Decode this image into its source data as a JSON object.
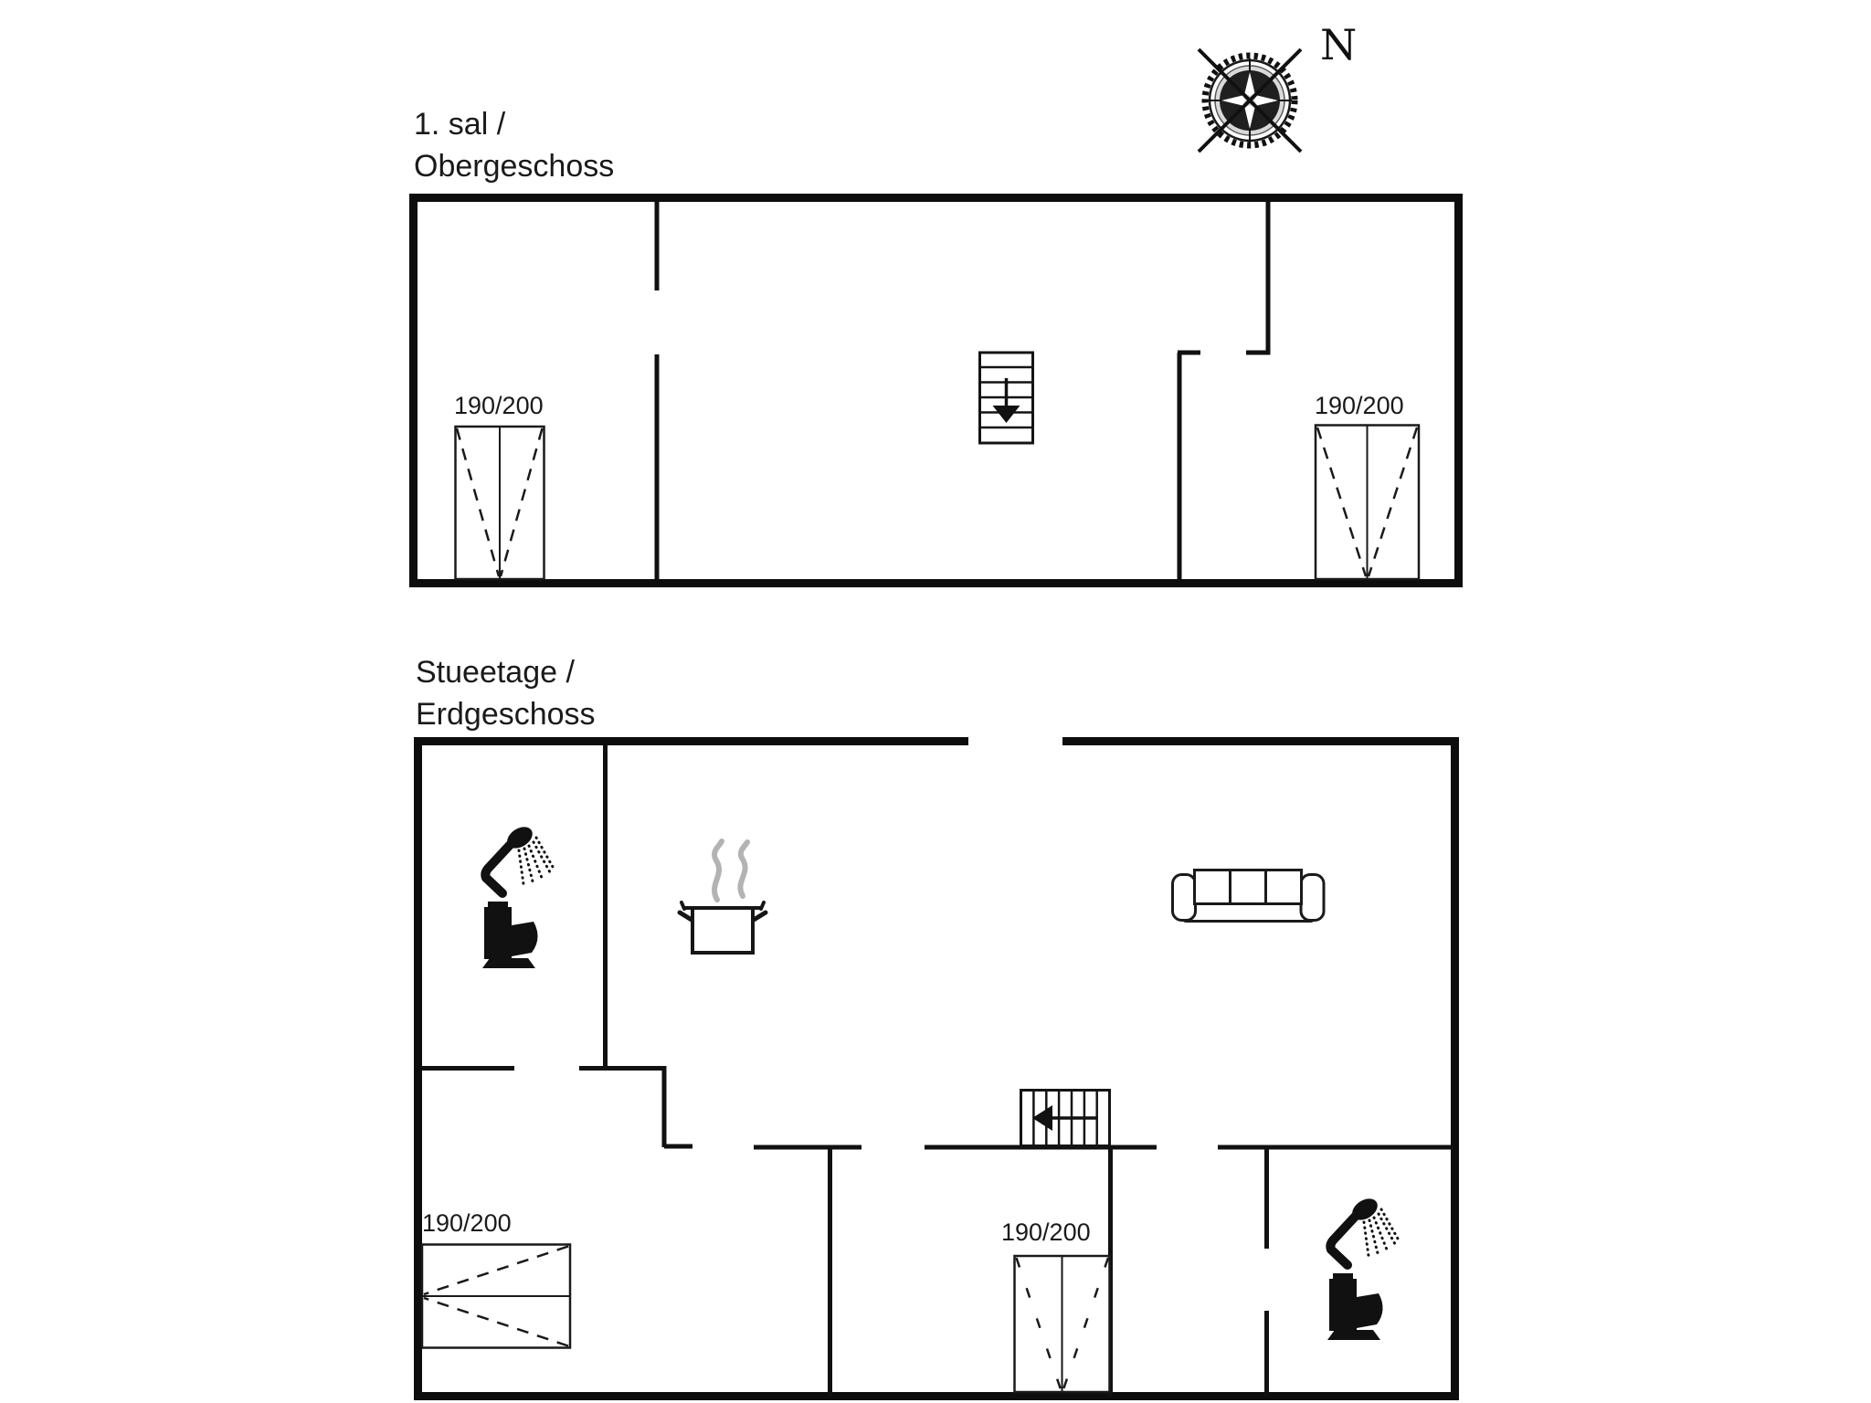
{
  "page": {
    "background": "#ffffff",
    "line_color": "#1a1a1a",
    "wall_color": "#0d0d0d",
    "steam_color": "#b3b3b3"
  },
  "compass": {
    "north_label": "N"
  },
  "floors": [
    {
      "name": "upper-floor",
      "title_line1": "1. sal /",
      "title_line2": "Obergeschoss",
      "beds": [
        {
          "label": "190/200"
        },
        {
          "label": "190/200"
        }
      ],
      "icons": [
        "staircase-down-icon"
      ]
    },
    {
      "name": "ground-floor",
      "title_line1": "Stueetage /",
      "title_line2": "Erdgeschoss",
      "beds": [
        {
          "label": "190/200"
        },
        {
          "label": "190/200"
        }
      ],
      "icons": [
        "shower-icon",
        "toilet-icon",
        "cooking-pot-icon",
        "steam-icon",
        "sofa-icon",
        "staircase-up-icon",
        "shower-icon",
        "toilet-icon"
      ]
    }
  ]
}
